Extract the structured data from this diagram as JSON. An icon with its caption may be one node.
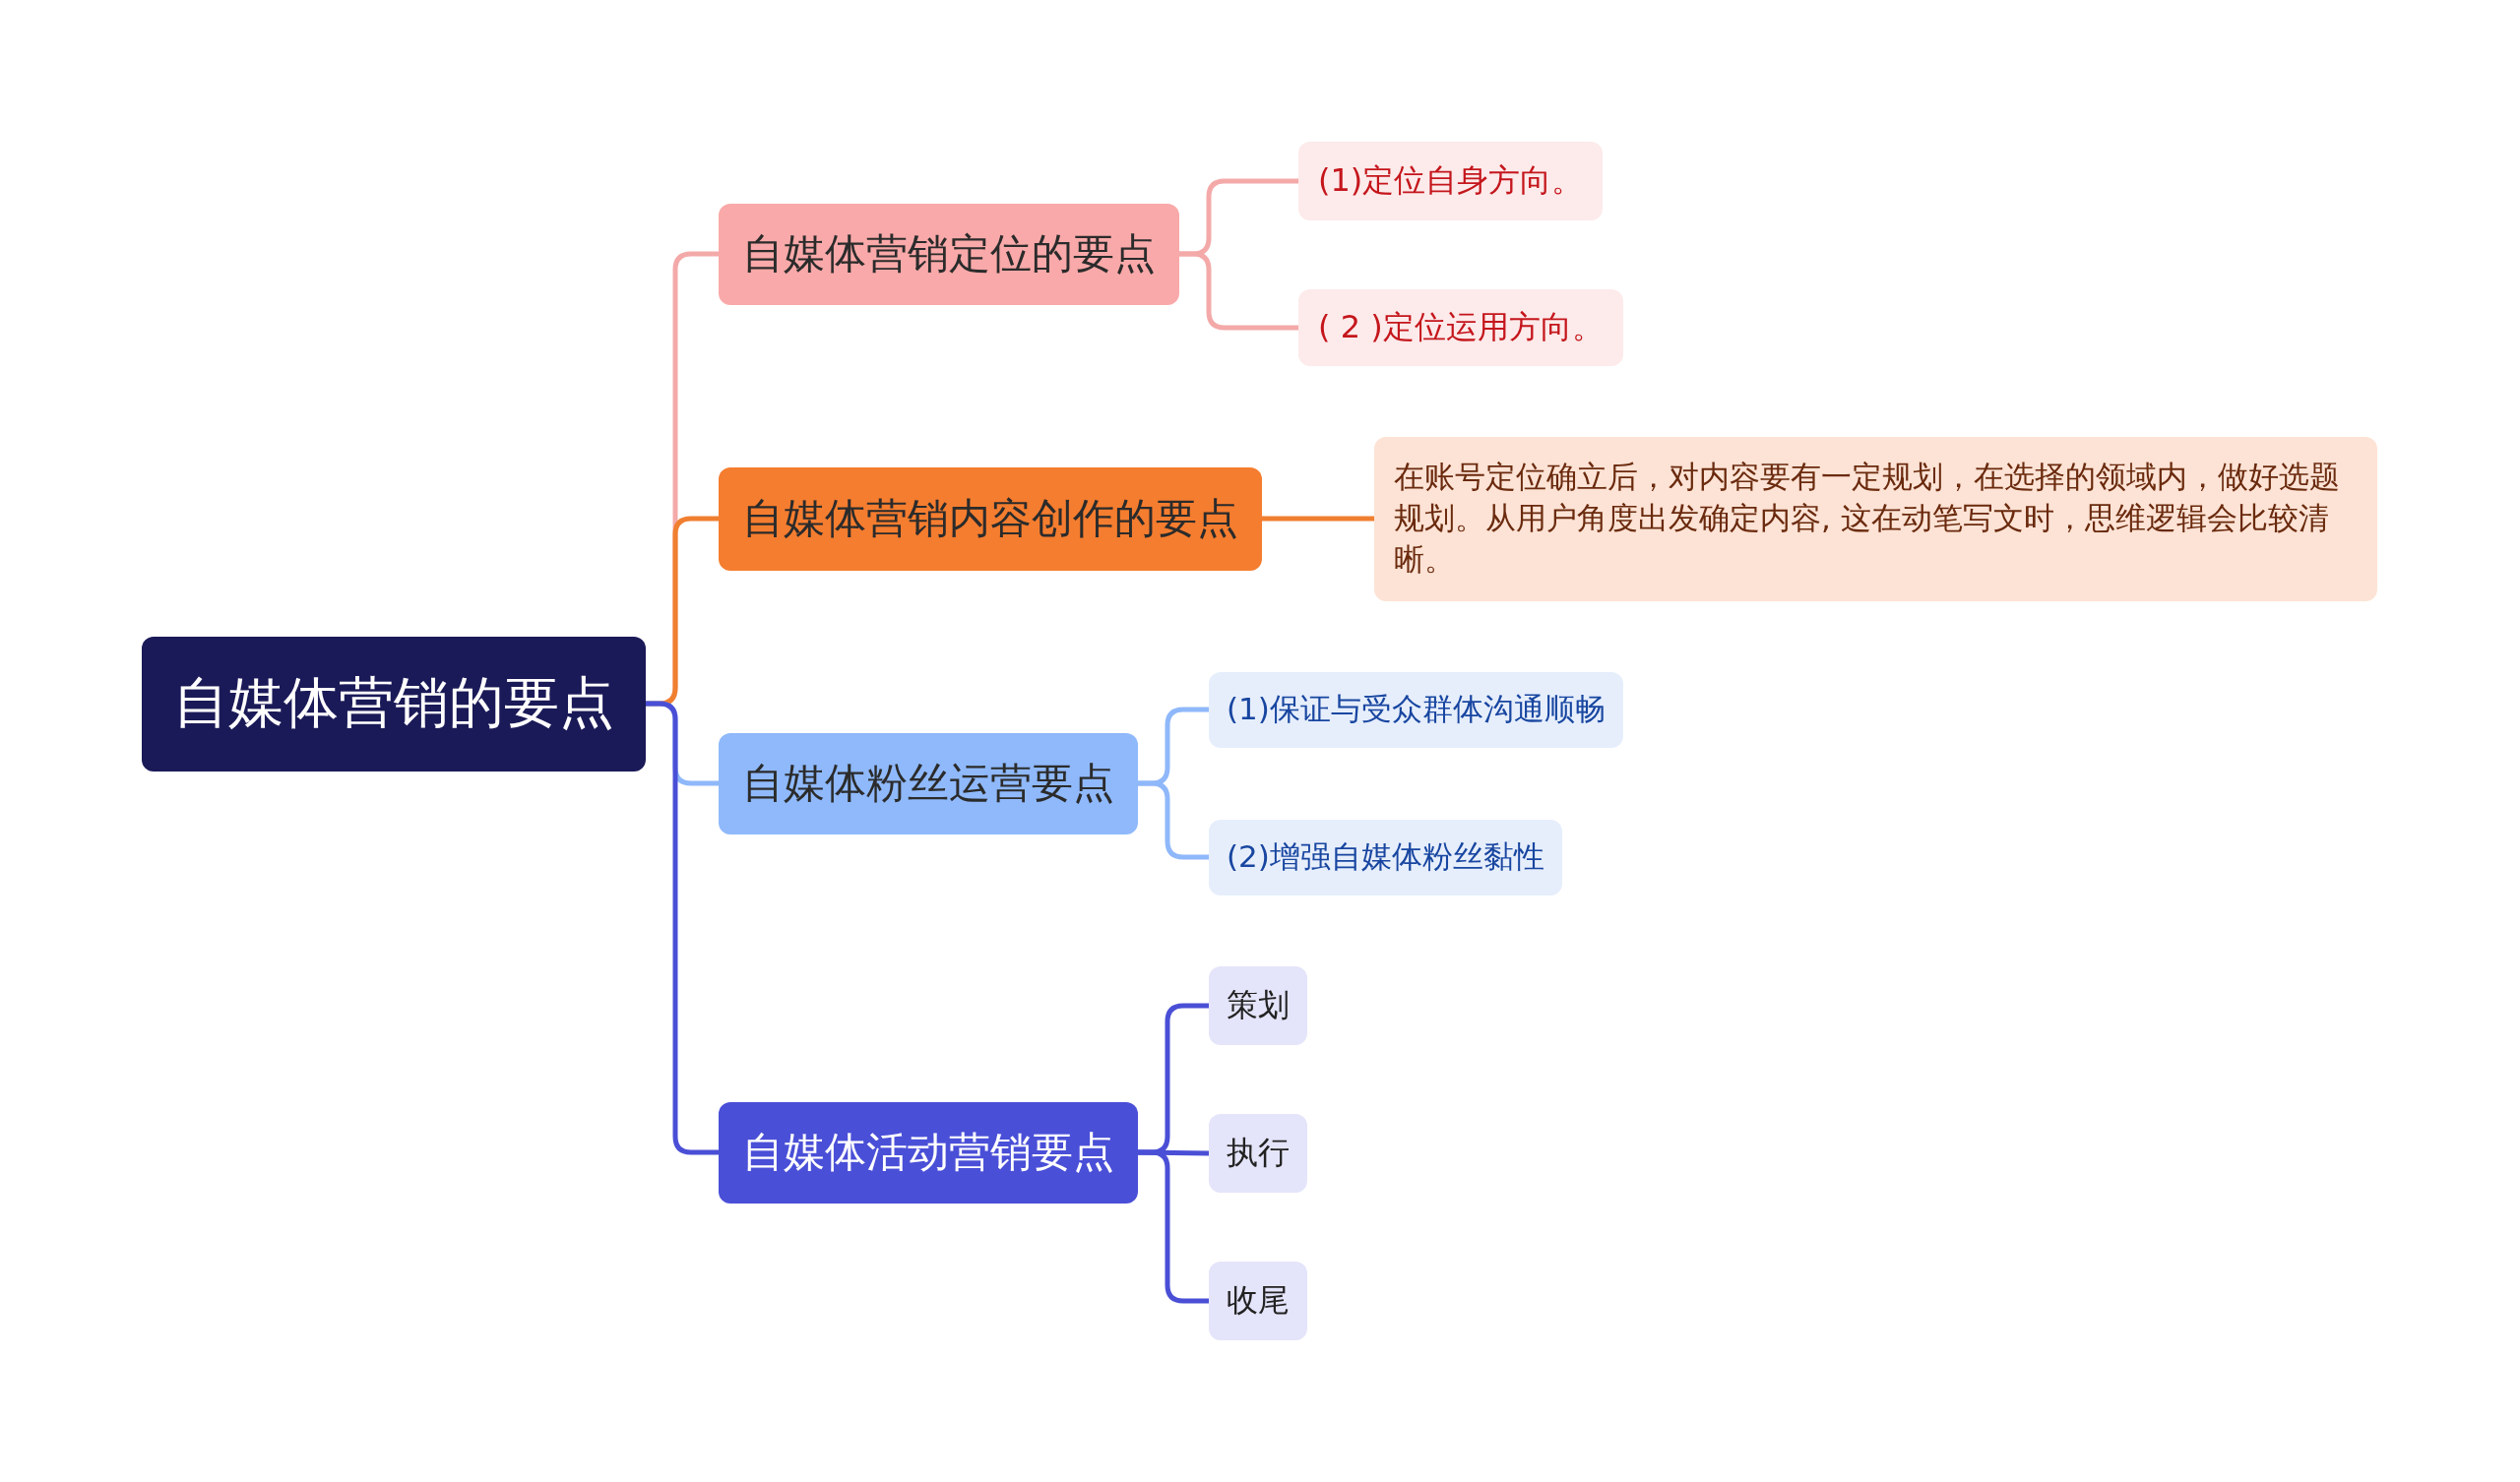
{
  "diagram": {
    "nodes": [
      {
        "text": [
          "自媒体营销的要点"
        ]
      },
      {
        "text": [
          "自媒体营销定位的要点"
        ]
      },
      {
        "text": [
          "(1)定位自身方向。"
        ]
      },
      {
        "text": [
          "( 2 )定位运用方向。"
        ]
      },
      {
        "text": [
          "自媒体营销内容创作的要点"
        ]
      },
      {
        "text": [
          "在账号定位确立后，对内容要有一定规划，在选择的领域内，做好选题规划。从用户角度出发确定内容, 这在动笔写文时，思维逻辑会比较清晰。"
        ]
      },
      {
        "text": [
          "自媒体粉丝运营要点"
        ]
      },
      {
        "text": [
          "(1)保证与受众群体沟通顺畅"
        ]
      },
      {
        "text": [
          "(2)增强自媒体粉丝黏性"
        ]
      },
      {
        "text": [
          "自媒体活动营销要点"
        ]
      },
      {
        "text": [
          "策划"
        ]
      },
      {
        "text": [
          "执行"
        ]
      },
      {
        "text": [
          "收尾"
        ]
      }
    ],
    "edges": [
      {
        "from": 0,
        "to": 1,
        "arrow": "none",
        "color": "#f4a9a9"
      },
      {
        "from": 1,
        "to": 2,
        "arrow": "none",
        "color": "#f4a9a9"
      },
      {
        "from": 1,
        "to": 3,
        "arrow": "none",
        "color": "#f4a9a9"
      },
      {
        "from": 0,
        "to": 4,
        "arrow": "none",
        "color": "#f07f30"
      },
      {
        "from": 4,
        "to": 5,
        "arrow": "none",
        "color": "#f07f30"
      },
      {
        "from": 0,
        "to": 6,
        "arrow": "none",
        "color": "#8fb8fa"
      },
      {
        "from": 6,
        "to": 7,
        "arrow": "none",
        "color": "#8fb8fa"
      },
      {
        "from": 6,
        "to": 8,
        "arrow": "none",
        "color": "#8fb8fa"
      },
      {
        "from": 0,
        "to": 9,
        "arrow": "none",
        "color": "#4a4fd6"
      },
      {
        "from": 9,
        "to": 10,
        "arrow": "none",
        "color": "#4a4fd6"
      },
      {
        "from": 9,
        "to": 11,
        "arrow": "none",
        "color": "#4a4fd6"
      },
      {
        "from": 9,
        "to": 12,
        "arrow": "none",
        "color": "#4a4fd6"
      }
    ]
  }
}
